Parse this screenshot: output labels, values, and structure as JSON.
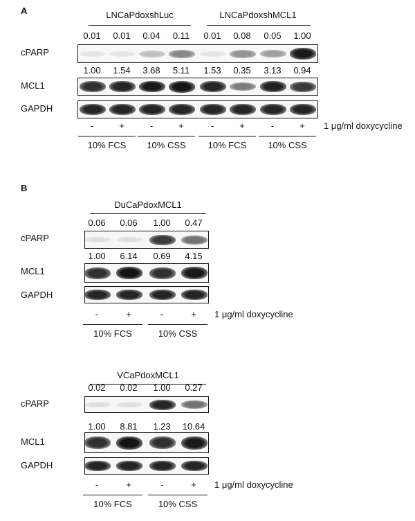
{
  "A": {
    "label": "A",
    "groups": [
      "LNCaPdoxshLuc",
      "LNCaPdoxshMCL1"
    ],
    "cparp_vals": [
      "0.01",
      "0.01",
      "0.04",
      "0.11",
      "0.01",
      "0.08",
      "0.05",
      "1.00"
    ],
    "mcl1_vals": [
      "1.00",
      "1.54",
      "3.68",
      "5.11",
      "1.53",
      "0.35",
      "3.13",
      "0.94"
    ],
    "rows": [
      "cPARP",
      "MCL1",
      "GAPDH"
    ],
    "signs": [
      "-",
      "+",
      "-",
      "+",
      "-",
      "+",
      "-",
      "+"
    ],
    "treatment": "1 μg/ml doxycycline",
    "conditions": [
      "10% FCS",
      "10% CSS",
      "10% FCS",
      "10% CSS"
    ]
  },
  "B1": {
    "label": "B",
    "group": "DuCaPdoxMCL1",
    "cparp_vals": [
      "0.06",
      "0.06",
      "1.00",
      "0.47"
    ],
    "mcl1_vals": [
      "1.00",
      "6.14",
      "0.69",
      "4.15"
    ],
    "rows": [
      "cPARP",
      "MCL1",
      "GAPDH"
    ],
    "signs": [
      "-",
      "+",
      "-",
      "+"
    ],
    "treatment": "1 μg/ml doxycycline",
    "conditions": [
      "10% FCS",
      "10% CSS"
    ]
  },
  "B2": {
    "group": "VCaPdoxMCL1",
    "cparp_vals": [
      "0.02",
      "0.02",
      "1.00",
      "0.27"
    ],
    "mcl1_vals": [
      "1.00",
      "8.81",
      "1.23",
      "10.64"
    ],
    "rows": [
      "cPARP",
      "MCL1",
      "GAPDH"
    ],
    "signs": [
      "-",
      "+",
      "-",
      "+"
    ],
    "treatment": "1 μg/ml doxycycline",
    "conditions": [
      "10% FCS",
      "10% CSS"
    ]
  },
  "band_intensity": {
    "A_cparp": [
      0.03,
      0.03,
      0.2,
      0.45,
      0.03,
      0.4,
      0.35,
      0.95
    ],
    "A_mcl1": [
      0.85,
      0.9,
      0.95,
      0.97,
      0.9,
      0.5,
      0.92,
      0.8
    ],
    "A_gapdh": [
      0.9,
      0.9,
      0.9,
      0.9,
      0.9,
      0.9,
      0.9,
      0.9
    ],
    "B1_cparp": [
      0.05,
      0.05,
      0.8,
      0.55
    ],
    "B1_mcl1": [
      0.85,
      0.98,
      0.85,
      0.95
    ],
    "B1_gapdh": [
      0.9,
      0.9,
      0.9,
      0.9
    ],
    "B2_cparp": [
      0.05,
      0.05,
      0.9,
      0.55
    ],
    "B2_mcl1": [
      0.85,
      0.98,
      0.85,
      0.95
    ],
    "B2_gapdh": [
      0.9,
      0.9,
      0.9,
      0.9
    ]
  }
}
